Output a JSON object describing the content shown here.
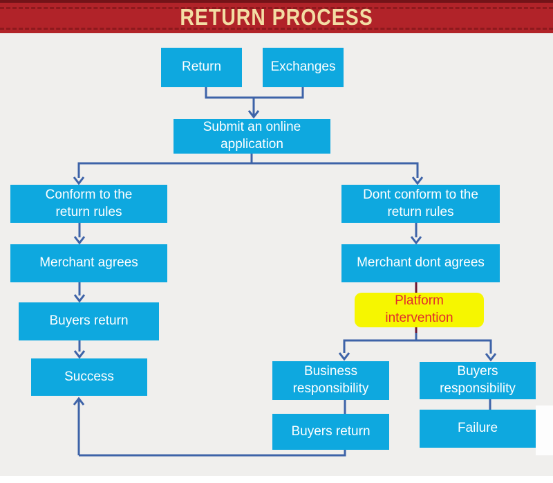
{
  "banner": {
    "title": "RETURN PROCESS",
    "background_color": "#b12329",
    "title_color": "#f3dda4",
    "dash_color": "#8d191d"
  },
  "colors": {
    "node_fill": "#0ea8df",
    "node_text": "#ffffff",
    "connector_blue": "#3e63a8",
    "connector_maroon": "#6b1733",
    "highlight_fill": "#f6f600",
    "highlight_text": "#e12c2c",
    "canvas_background": "#f0efed"
  },
  "nodes": {
    "return": "Return",
    "exchanges": "Exchanges",
    "submit": "Submit an online application",
    "conform": "Conform to the return rules",
    "merchant_agrees": "Merchant agrees",
    "buyers_return_left": "Buyers return",
    "success": "Success",
    "dont_conform": "Dont conform to the return rules",
    "merchant_dont_agrees": "Merchant dont agrees",
    "platform_intervention": "Platform intervention",
    "business_responsibility": "Business responsibility",
    "buyers_responsibility": "Buyers responsibility",
    "buyers_return_right": "Buyers return",
    "failure": "Failure"
  },
  "diagram": {
    "type": "flowchart",
    "edges": [
      {
        "from": "Return",
        "to": "Submit an online application",
        "arrow": true
      },
      {
        "from": "Exchanges",
        "to": "Submit an online application",
        "arrow": true
      },
      {
        "from": "Submit an online application",
        "to": "Conform to the return rules",
        "arrow": true
      },
      {
        "from": "Submit an online application",
        "to": "Dont conform to the return rules",
        "arrow": true
      },
      {
        "from": "Conform to the return rules",
        "to": "Merchant agrees",
        "arrow": true
      },
      {
        "from": "Merchant agrees",
        "to": "Buyers return",
        "arrow": true
      },
      {
        "from": "Buyers return",
        "to": "Success",
        "arrow": true
      },
      {
        "from": "Dont conform to the return rules",
        "to": "Merchant dont agrees",
        "arrow": true
      },
      {
        "from": "Merchant dont agrees",
        "to": "Platform intervention",
        "arrow": false
      },
      {
        "from": "Platform intervention",
        "to": "Business responsibility",
        "arrow": true
      },
      {
        "from": "Platform intervention",
        "to": "Buyers responsibility",
        "arrow": true
      },
      {
        "from": "Business responsibility",
        "to": "Buyers return",
        "arrow": false
      },
      {
        "from": "Buyers responsibility",
        "to": "Failure",
        "arrow": false
      },
      {
        "from": "Buyers return (right)",
        "to": "Success",
        "arrow": true
      }
    ]
  }
}
